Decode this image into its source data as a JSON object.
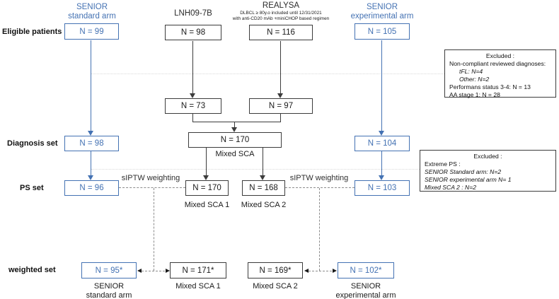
{
  "colors": {
    "accent_blue": "#4472b3",
    "box_line": "#3c3c3c",
    "dashed_connector": "#8c8c8c",
    "faint_dotted": "#d9d9d9"
  },
  "headers": {
    "senior_standard_line1": "SENIOR",
    "senior_standard_line2": "standard arm",
    "lnh": "LNH09-7B",
    "realysa_title": "REALYSA",
    "realysa_sub1": "DLBCL ≥ 80y.o included until 12/31/2021",
    "realysa_sub2": "with anti-CD20 mAb +miniCHOP based regimen",
    "senior_experimental_line1": "SENIOR",
    "senior_experimental_line2": "experimental arm"
  },
  "row_labels": {
    "eligible": "Eligible patients",
    "diagnosis": "Diagnosis set",
    "ps": "PS set",
    "weighted": "weighted set"
  },
  "boxes": {
    "eligible_std": "N = 99",
    "eligible_lnh": "N = 98",
    "eligible_realysa": "N = 116",
    "eligible_exp": "N = 105",
    "reviewed_lnh": "N = 73",
    "reviewed_realysa": "N = 97",
    "mixed_sca": "N = 170",
    "mixed_sca_label": "Mixed SCA",
    "diagnosis_std": "N = 98",
    "diagnosis_exp": "N = 104",
    "ps_std": "N = 96",
    "ps_mixed1": "N = 170",
    "ps_mixed1_label": "Mixed SCA 1",
    "ps_mixed2": "N = 168",
    "ps_mixed2_label": "Mixed SCA 2",
    "ps_exp": "N = 103",
    "weighted_std": "N = 95*",
    "weighted_std_label1": "SENIOR",
    "weighted_std_label2": "standard arm",
    "weighted_mixed1": "N = 171*",
    "weighted_mixed1_label": "Mixed SCA 1",
    "weighted_mixed2": "N = 169*",
    "weighted_mixed2_label": "Mixed SCA 2",
    "weighted_exp": "N = 102*",
    "weighted_exp_label1": "SENIOR",
    "weighted_exp_label2": "experimental arm"
  },
  "connectors": {
    "siptw_left": "sIPTW weighting",
    "siptw_right": "sIPTW weighting"
  },
  "excluded_diagnosis": {
    "title": "Excluded :",
    "line1": "Non-compliant reviewed diagnoses:",
    "line2": "tFL: N=4",
    "line3": "Other: N=2",
    "line4": "Performans status 3-4: N = 13",
    "line5": "AA stage 1: N = 28"
  },
  "excluded_ps": {
    "title": "Excluded :",
    "line1": "Extreme PS :",
    "line2": "SENIOR Standard arm: N=2",
    "line3": "SENIOR experimental arm N= 1",
    "line4": "Mixed SCA 2 : N=2"
  }
}
